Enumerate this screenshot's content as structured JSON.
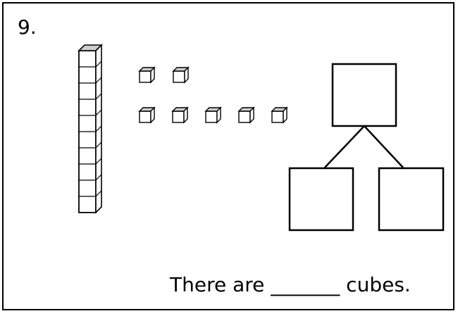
{
  "problem": {
    "number": "9.",
    "sentence": "There are _______ cubes.",
    "tens_rods": 1,
    "ones_cubes": 7
  },
  "colors": {
    "ink": "#000000",
    "cube_shade": "#cfcfcf",
    "paper": "#ffffff"
  },
  "icons": {
    "rod": "ten-rod-icon",
    "cube": "unit-cube-icon",
    "diagram": "number-bond-diagram"
  }
}
